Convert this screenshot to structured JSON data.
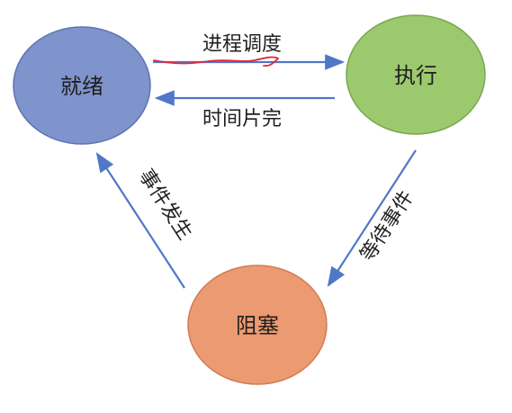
{
  "nodes": {
    "ready": {
      "label": "就绪",
      "fill": "#7f93cc",
      "stroke": "#5f73b4"
    },
    "running": {
      "label": "执行",
      "fill": "#9cc96e",
      "stroke": "#77a84f"
    },
    "blocked": {
      "label": "阻塞",
      "fill": "#ec9a71",
      "stroke": "#cf7c56"
    }
  },
  "edges": {
    "schedule": {
      "label": "进程调度"
    },
    "time_slice": {
      "label": "时间片完"
    },
    "wait_event": {
      "label": "等待事件"
    },
    "event_occurs": {
      "label": "事件发生"
    }
  },
  "colors": {
    "arrow": "#4f78c6",
    "annotation": "#e3263a"
  }
}
